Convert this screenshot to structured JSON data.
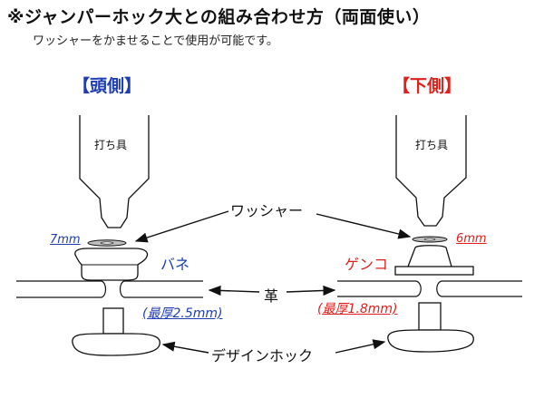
{
  "header": {
    "title": "※ジャンパーホック大との組み合わせ方（両面使い）",
    "subtitle": "ワッシャーをかませることで使用が可能です。"
  },
  "sides": {
    "head": "【頭側】",
    "bottom": "【下側】"
  },
  "labels": {
    "tool_left": "打ち具",
    "tool_right": "打ち具",
    "washer": "ワッシャー",
    "washer_left_size": "7mm",
    "washer_right_size": "6mm",
    "spring": "バネ",
    "genko": "ゲンコ",
    "leather": "革",
    "max_left": "(最厚2.5mm)",
    "max_right": "(最厚1.8mm)",
    "design_hook": "デザインホック"
  },
  "colors": {
    "head_blue": "#1f3fb0",
    "bottom_red": "#e0201a",
    "line": "#111111",
    "washer_fill": "#bdbdbd"
  }
}
